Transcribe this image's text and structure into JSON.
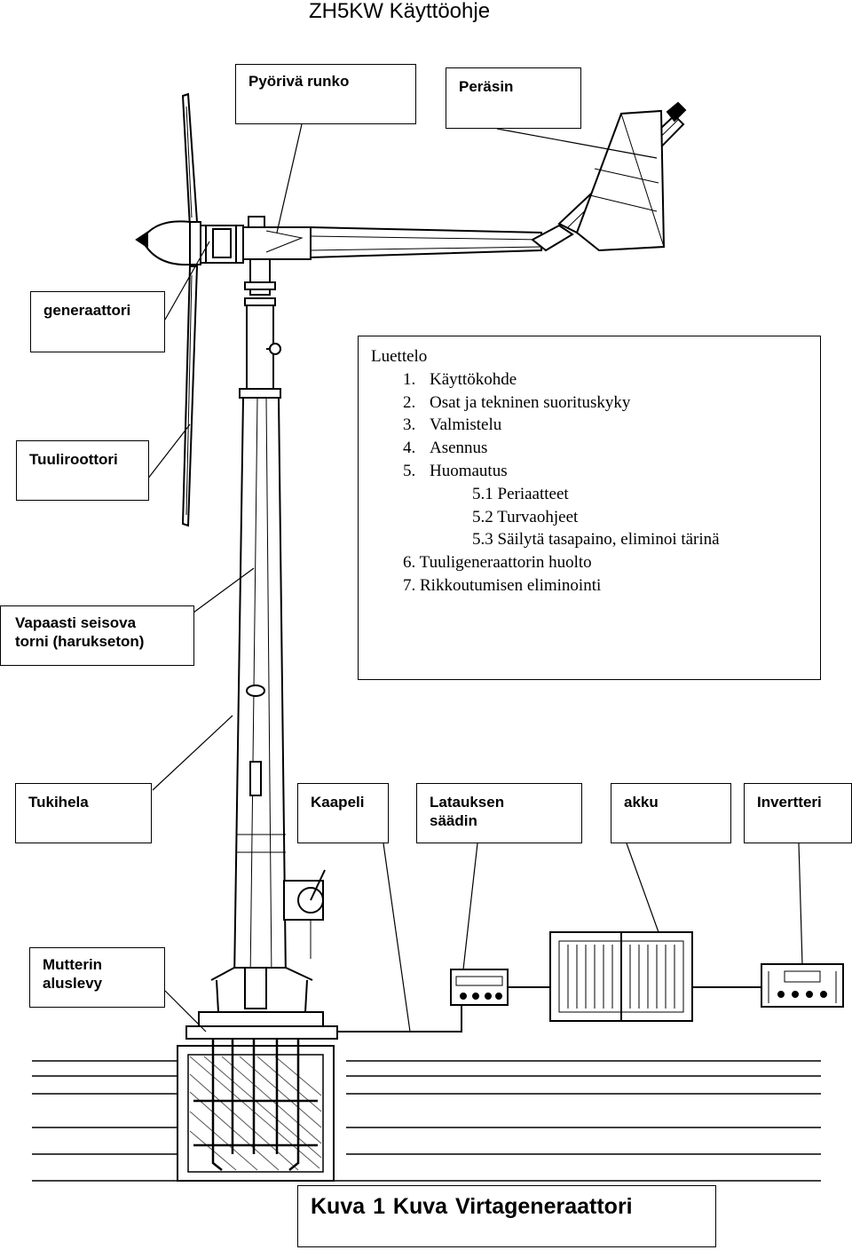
{
  "title": "ZH5KW Käyttöohje",
  "labels": {
    "rotating_body": "Pyörivä runko",
    "tail": "Peräsin",
    "generator": "generaattori",
    "rotor": "Tuuliroottori",
    "tower_line1": "Vapaasti seisova",
    "tower_line2": "torni (harukseton)",
    "guy_wire": "Tukihela",
    "cable": "Kaapeli",
    "charge_line1": "Latauksen",
    "charge_line2": "säädin",
    "battery": "akku",
    "inverter": "Invertteri",
    "nut_line1": "Mutterin",
    "nut_line2": "aluslevy"
  },
  "toc": {
    "heading": "Luettelo",
    "items": [
      {
        "num": "1.",
        "text": "Käyttökohde"
      },
      {
        "num": "2.",
        "text": "Osat ja tekninen suorituskyky"
      },
      {
        "num": "3.",
        "text": "Valmistelu"
      },
      {
        "num": "4.",
        "text": "Asennus"
      },
      {
        "num": "5.",
        "text": "Huomautus"
      }
    ],
    "subitems": [
      "5.1 Periaatteet",
      "5.2 Turvaohjeet",
      "5.3 Säilytä tasapaino, eliminoi tärinä"
    ],
    "tail_items": [
      "6. Tuuligeneraattorin huolto",
      "7. Rikkoutumisen eliminointi"
    ]
  },
  "caption": "Kuva 1  Kuva  Virtageneraattori"
}
